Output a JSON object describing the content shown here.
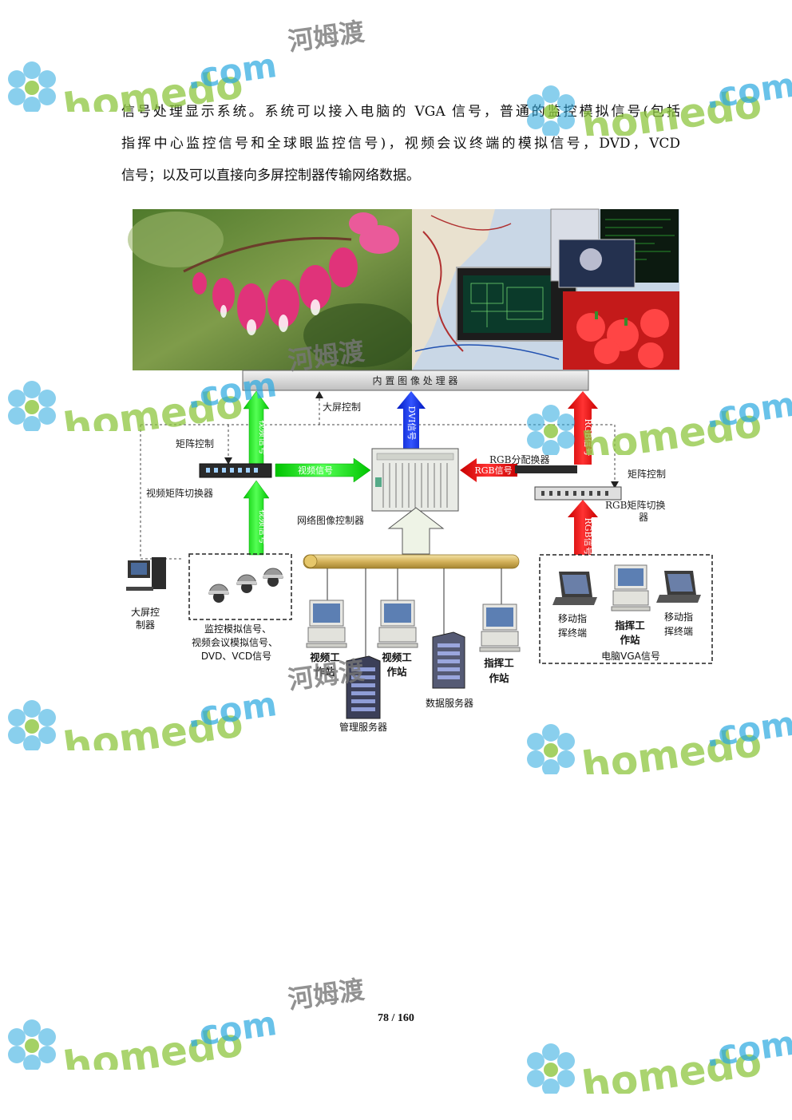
{
  "paragraph": {
    "line1": "信号处理显示系统。系统可以接入电脑的 VGA 信号，普通的监控模拟信号(包括",
    "line2": "指挥中心监控信号和全球眼监控信号)，视频会议终端的模拟信号，DVD，VCD",
    "line3": "信号；以及可以直接向多屏控制器传输网络数据。"
  },
  "diagram": {
    "processor_bar": "内 置 图 像 处 理 器",
    "big_screen_control": "大屏控制",
    "matrix_control_left": "矩阵控制",
    "video_matrix_switcher": "视频矩阵切换器",
    "video_signal_horizontal": "视频信号",
    "video_signal_vertical_top": "视频信号",
    "video_signal_vertical_bottom": "视频信号",
    "dvi_signal": "DVI信号",
    "rgb_distributor": "RGB分配换器",
    "rgb_signal_horizontal": "RGB信号",
    "rgb_signal_vertical_top": "RGB信号",
    "rgb_signal_vertical_bottom": "RGB信号",
    "matrix_control_right": "矩阵控制",
    "rgb_matrix_switcher_line1": "RGB矩阵切换",
    "rgb_matrix_switcher_line2": "器",
    "network_image_controller": "网络图像控制器",
    "big_screen_controller_line1": "大屏控",
    "big_screen_controller_line2": "制器",
    "monitoring_signals_line1": "监控模拟信号、",
    "monitoring_signals_line2": "视频会议模拟信号、",
    "monitoring_signals_line3": "DVD、VCD信号",
    "video_workstation_1_line1": "视频工",
    "video_workstation_1_line2": "作站",
    "video_workstation_2_line1": "视频工",
    "video_workstation_2_line2": "作站",
    "command_workstation_line1": "指挥工",
    "command_workstation_line2": "作站",
    "data_server": "数据服务器",
    "management_server": "管理服务器",
    "mobile_terminal_left_line1": "移动指",
    "mobile_terminal_left_line2": "挥终端",
    "command_workstation_right_line1": "指挥工",
    "command_workstation_right_line2": "作站",
    "mobile_terminal_right_line1": "移动指",
    "mobile_terminal_right_line2": "挥终端",
    "pc_vga_signal": "电脑VGA信号"
  },
  "page_number": "78 / 160",
  "watermark": {
    "brand": "homedo",
    "domain_suffix": ".com",
    "chinese": "河姆渡"
  },
  "colors": {
    "green_arrow": "#22dd22",
    "blue_arrow": "#1133ee",
    "red_arrow": "#ee1111",
    "watermark_green": "#8dc63f",
    "watermark_blue": "#29a8e0"
  }
}
